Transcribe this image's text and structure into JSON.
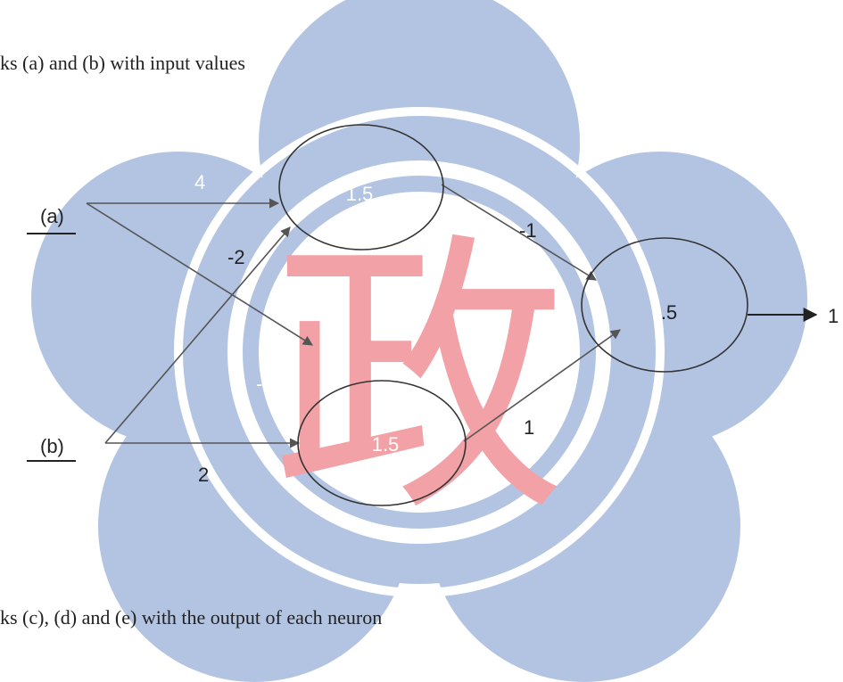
{
  "instruction_top": "ks (a) and (b) with input values",
  "instruction_bottom": "ks (c), (d) and (e) with the output of each neuron",
  "watermark": {
    "glyph": "政",
    "petal_color": "#b3c4e3",
    "ring_color": "#ffffff",
    "glyph_color": "#f2a1a7"
  },
  "inputs": {
    "a": {
      "label": "(a)"
    },
    "b": {
      "label": "(b)"
    }
  },
  "neurons": {
    "hidden_top": {
      "threshold": "1.5"
    },
    "hidden_bottom": {
      "threshold": "1.5"
    },
    "output": {
      "threshold": ".5"
    }
  },
  "weights": {
    "a_to_top": "4",
    "b_to_top": "-2",
    "a_to_bottom": "-1",
    "b_to_bottom": "2",
    "top_to_output": "-1",
    "bottom_to_output": "1"
  },
  "output_value": "1"
}
